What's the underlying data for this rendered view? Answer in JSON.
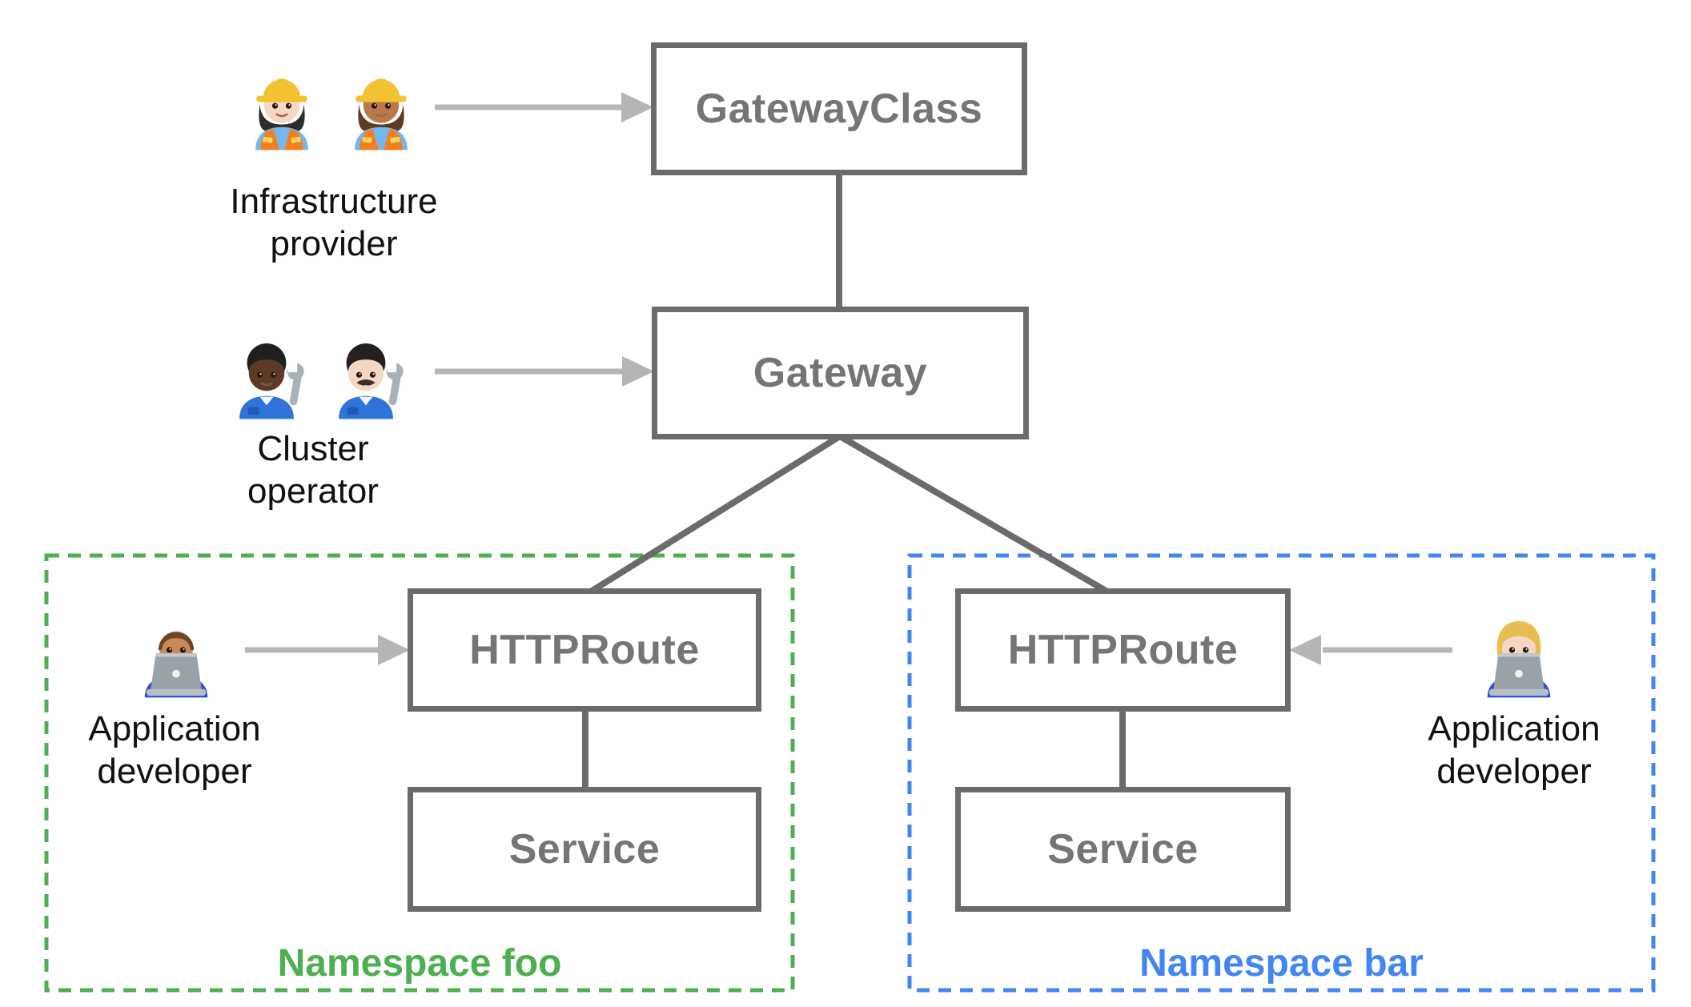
{
  "nodes": {
    "gatewayclass": {
      "label": "GatewayClass"
    },
    "gateway": {
      "label": "Gateway"
    },
    "httproute_foo": {
      "label": "HTTPRoute"
    },
    "service_foo": {
      "label": "Service"
    },
    "httproute_bar": {
      "label": "HTTPRoute"
    },
    "service_bar": {
      "label": "Service"
    }
  },
  "actors": {
    "infrastructure_provider": {
      "line1": "Infrastructure",
      "line2": "provider",
      "emojis": [
        "👷🏻‍♀️",
        "👷🏽‍♀️"
      ],
      "emoji_names": [
        "woman-construction-worker-light-emoji",
        "woman-construction-worker-medium-emoji"
      ]
    },
    "cluster_operator": {
      "line1": "Cluster",
      "line2": "operator",
      "emojis": [
        "🧑🏿‍🔧",
        "👨🏻‍🔧"
      ],
      "emoji_names": [
        "mechanic-dark-emoji",
        "man-mechanic-light-emoji"
      ]
    },
    "app_developer_foo": {
      "line1": "Application",
      "line2": "developer",
      "emojis": [
        "👨🏽‍💻"
      ],
      "emoji_names": [
        "man-technologist-medium-emoji"
      ]
    },
    "app_developer_bar": {
      "line1": "Application",
      "line2": "developer",
      "emojis": [
        "👩🏼‍💻"
      ],
      "emoji_names": [
        "woman-technologist-blonde-emoji"
      ]
    }
  },
  "namespaces": {
    "foo": {
      "label": "Namespace foo",
      "color": "#4CAF50"
    },
    "bar": {
      "label": "Namespace bar",
      "color": "#4285F4"
    }
  },
  "colors": {
    "box_border": "#6b6b6b",
    "box_text": "#757575",
    "connector": "#6b6b6b",
    "arrow": "#b5b5b5",
    "actor_text": "#111111",
    "background": "#ffffff"
  }
}
